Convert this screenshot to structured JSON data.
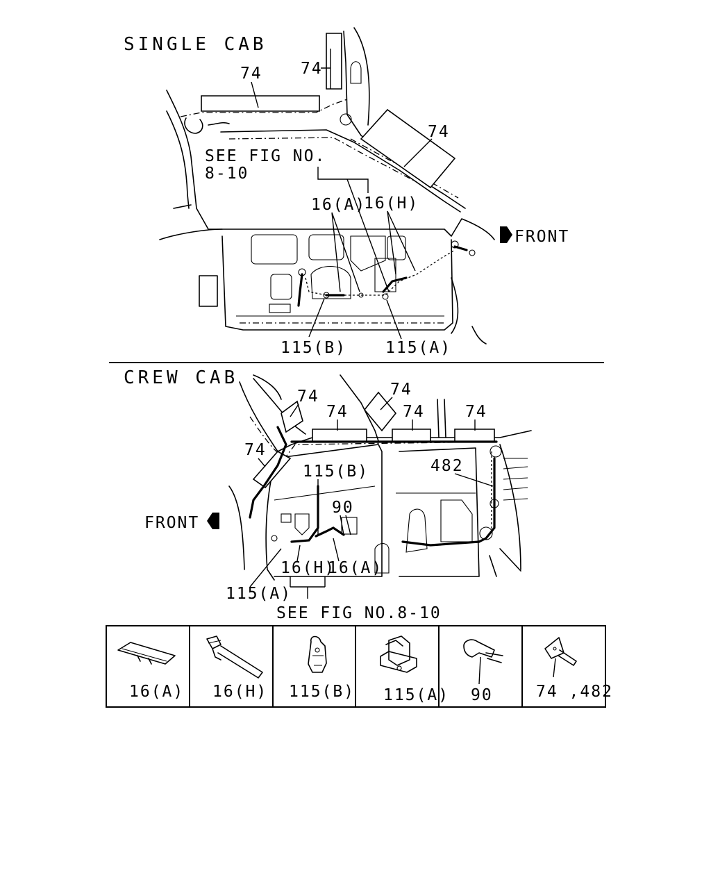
{
  "single_cab": {
    "title": "SINGLE CAB",
    "see_fig_line1": "SEE FIG NO.",
    "see_fig_line2": "8-10",
    "front": "FRONT",
    "callouts": {
      "c74_roof": "74",
      "c74_pillar": "74",
      "c74_rear": "74",
      "c16a": "16(A)",
      "c16h": "16(H)",
      "c115b": "115(B)",
      "c115a": "115(A)"
    }
  },
  "crew_cab": {
    "title": "CREW CAB",
    "front": "FRONT",
    "see_fig": "SEE FIG NO.8-10",
    "callouts": {
      "c74_a": "74",
      "c74_b": "74",
      "c74_c": "74",
      "c74_d": "74",
      "c74_e": "74",
      "c74_f": "74",
      "c482": "482",
      "c115b": "115(B)",
      "c90": "90",
      "c16h": "16(H)",
      "c16a": "16(A)",
      "c115a": "115(A)"
    }
  },
  "parts_legend": [
    {
      "label": "16(A)",
      "icon": "tape-strip-icon"
    },
    {
      "label": "16(H)",
      "icon": "clip-band-icon"
    },
    {
      "label": "115(B)",
      "icon": "clip-b-icon"
    },
    {
      "label": "115(A)",
      "icon": "clip-a-icon"
    },
    {
      "label": "90",
      "icon": "clamp-icon"
    },
    {
      "label": "74 ,482",
      "icon": "band-clip-icon"
    }
  ]
}
